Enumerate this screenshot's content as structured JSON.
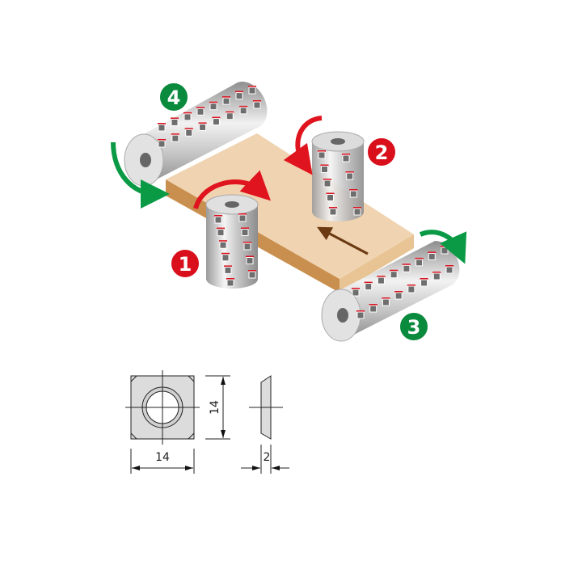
{
  "diagram": {
    "heads": [
      {
        "number": "4",
        "color": "#0a8a3c"
      },
      {
        "number": "2",
        "color": "#d90f1c"
      },
      {
        "number": "1",
        "color": "#d90f1c"
      },
      {
        "number": "3",
        "color": "#0a8a3c"
      }
    ],
    "colors": {
      "board_top": "#f0d3b0",
      "board_side": "#c98f4e",
      "red_arrow": "#e0141e",
      "green_arrow": "#0a9a45",
      "feed_arrow": "#6b3a12",
      "insert": "#6e6e6e"
    },
    "insert_drawing": {
      "width_label": "14",
      "height_label": "14",
      "thickness_label": "2"
    }
  }
}
